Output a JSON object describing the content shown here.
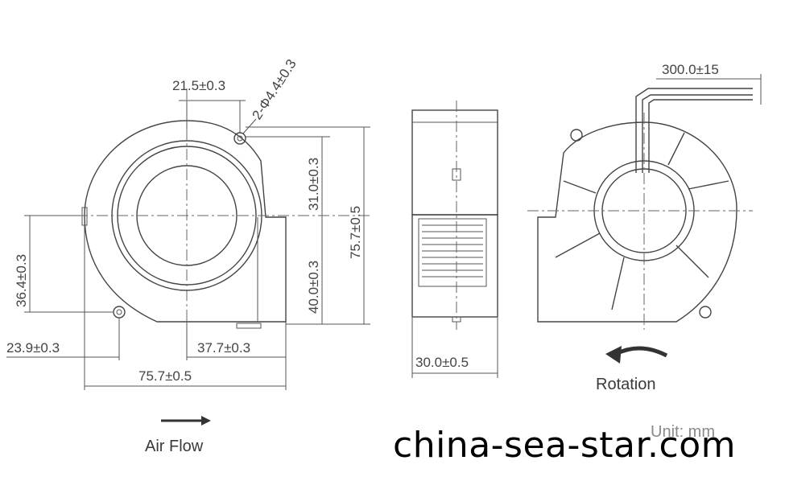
{
  "front_view": {
    "dim_hole_spacing": "21.5±0.3",
    "dim_holes": "2-Φ4.4±0.3",
    "dim_center_to_top": "31.0±0.3",
    "dim_overall_height": "75.7±0.5",
    "dim_center_to_bottom": "40.0±0.3",
    "dim_left_hole_height": "36.4±0.3",
    "dim_left_hole_offset": "23.9±0.3",
    "dim_outlet_offset": "37.7±0.3",
    "dim_overall_width": "75.7±0.5",
    "airflow_label": "Air Flow"
  },
  "side_view": {
    "dim_thickness": "30.0±0.5"
  },
  "back_view": {
    "dim_lead_length": "300.0±15",
    "rotation_label": "Rotation"
  },
  "unit_label": "Unit: mm",
  "watermark": "china-sea-star.com"
}
